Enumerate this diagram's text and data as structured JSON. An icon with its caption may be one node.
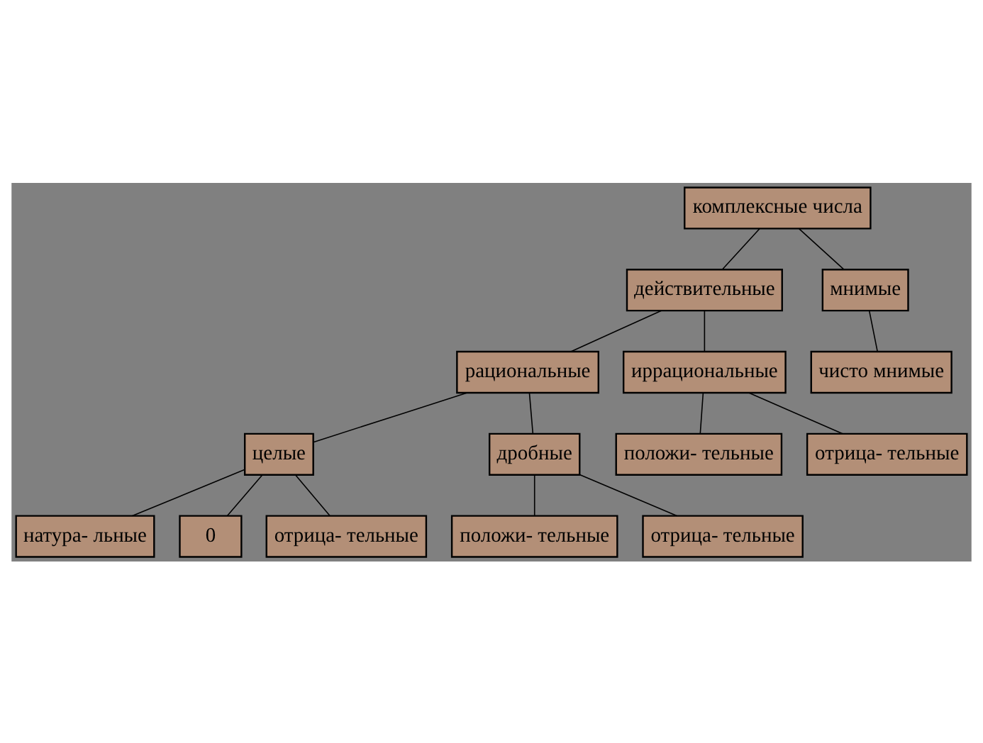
{
  "diagram": {
    "nodes": [
      {
        "text": [
          "комплексные числа"
        ]
      },
      {
        "text": [
          "действительные"
        ]
      },
      {
        "text": [
          "мнимые"
        ]
      },
      {
        "text": [
          "чисто мнимые"
        ]
      },
      {
        "text": [
          "рациональные"
        ]
      },
      {
        "text": [
          "иррациональные"
        ]
      },
      {
        "text": [
          "целые"
        ]
      },
      {
        "text": [
          "дробные"
        ]
      },
      {
        "text": [
          "натура- льные"
        ]
      },
      {
        "text": [
          "0"
        ]
      },
      {
        "text": [
          "отрица- тельные"
        ]
      },
      {
        "text": [
          "положи- тельные"
        ]
      },
      {
        "text": [
          "отрица- тельные"
        ]
      },
      {
        "text": [
          "положи- тельные"
        ]
      },
      {
        "text": [
          "отрица- тельные"
        ]
      }
    ],
    "edges": [
      {
        "from": 0,
        "to": 1,
        "arrow": "none"
      },
      {
        "from": 0,
        "to": 2,
        "arrow": "none"
      },
      {
        "from": 2,
        "to": 3,
        "arrow": "none"
      },
      {
        "from": 1,
        "to": 4,
        "arrow": "none"
      },
      {
        "from": 1,
        "to": 5,
        "arrow": "none"
      },
      {
        "from": 4,
        "to": 6,
        "arrow": "none"
      },
      {
        "from": 4,
        "to": 7,
        "arrow": "none"
      },
      {
        "from": 6,
        "to": 8,
        "arrow": "none"
      },
      {
        "from": 6,
        "to": 9,
        "arrow": "none"
      },
      {
        "from": 6,
        "to": 10,
        "arrow": "none"
      },
      {
        "from": 7,
        "to": 11,
        "arrow": "none"
      },
      {
        "from": 7,
        "to": 12,
        "arrow": "none"
      },
      {
        "from": 5,
        "to": 13,
        "arrow": "none"
      },
      {
        "from": 5,
        "to": 14,
        "arrow": "none"
      }
    ]
  }
}
